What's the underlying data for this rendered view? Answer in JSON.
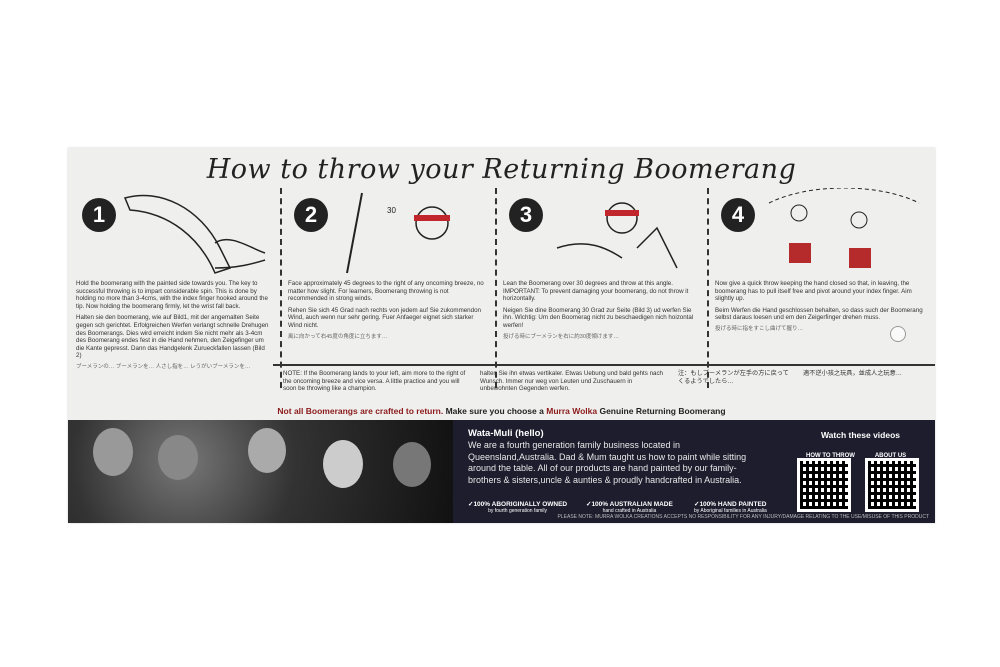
{
  "title": "How to throw your Returning Boomerang",
  "steps": [
    {
      "number": "1",
      "en": "Hold the boomerang with the painted side towards you. The key to successful throwing is to impart considerable spin. This is done by holding no more than 3-4cms, with the index finger hooked around the tip. Now holding the boomerang firmly, let the wrist fall back.",
      "de": "Halten sie den boomerang, wie auf Bild1, mit der angemalten Seite gegen sch gerichtet. Erfolgreichen Werfen verlangt schnelle Drehugen des Boomerangs. Dies wird erreicht indem Sie nicht mehr als 3-4cm des Boomerang endes fest in die Hand nehmen, den Zeigefinger um die Kante gepresst. Dann das Handgelenk Zurueckfallen lassen (Bild 2)"
    },
    {
      "number": "2",
      "en": "Face approximately 45 degrees to the right of any oncoming breeze, no matter how slight. For learners, Boomerang throwing is not recommended in strong winds.",
      "de": "Rehen Sie sich 45 Grad nach rechts von jedem auf Sie zukommendon Wind, auch wenn nur sehr gering. Fuer Anfaeger eignet sich starker Wind nicht.",
      "angle_label": "30"
    },
    {
      "number": "3",
      "en": "Lean the Boomerang over 30 degrees and throw at this angle. IMPORTANT: To prevent damaging your boomerang, do not throw it horizontally.",
      "de": "Neigen Sie dine Boomerang 30 Grad zur Seite (Bild 3) ud werfen Sie ihn. Wichtig: Um den Boomerag nicht zu beschaedigen nich hoizontal werfen!"
    },
    {
      "number": "4",
      "en": "Now give a quick throw keeping the hand closed so that, in leaving, the boomerang has to pull itself free and pivot around your index finger. Aim slightly up.",
      "de": "Beim Werfen die Hand geschlossen behalten, so dass such der Boomerang selbst daraus loesen und em den Zeigerfinger drehen muss."
    }
  ],
  "note_en": "NOTE: If the Boomerang lands to your left, aim more to the right of the oncoming breeze and vice versa. A little practice and you will soon be throwing like a champion.",
  "note_de": "halten Sie ihn etwas vertikaler. Etwas Uebung und bald gehts nach Wunsch. Immer nur weg von Leuten und Zuschauern in unbewohnten Gegenden werfen.",
  "banner": {
    "part1": "Not all Boomerangs are crafted to return.",
    "part2": "Make sure you choose a",
    "brand": "Murra Wolka",
    "part3": "Genuine Returning Boomerang"
  },
  "about": {
    "heading": "Wata-Muli (hello)",
    "body": "We are a fourth generation family business located in Queensland,Australia. Dad & Mum taught us how to paint while sitting around the table. All of our products are hand painted by our family- brothers & sisters,uncle & aunties & proudly handcrafted in Australia."
  },
  "badges": [
    {
      "title": "✓100% ABORIGINALLY OWNED",
      "sub": "by fourth generation family"
    },
    {
      "title": "✓100% AUSTRALIAN MADE",
      "sub": "hand crafted in Australia"
    },
    {
      "title": "✓100% HAND PAINTED",
      "sub": "by Aboriginal families in Australia"
    }
  ],
  "videos": {
    "heading": "Watch these videos",
    "qr1": "HOW TO THROW",
    "qr2": "ABOUT US"
  },
  "disclaimer": "PLEASE NOTE: MURRA WOLKA CREATIONS ACCEPTS NO RESPONSIBILITY FOR ANY INJURY/DAMAGE RELATING TO THE USE/MISUSE OF THIS PRODUCT"
}
